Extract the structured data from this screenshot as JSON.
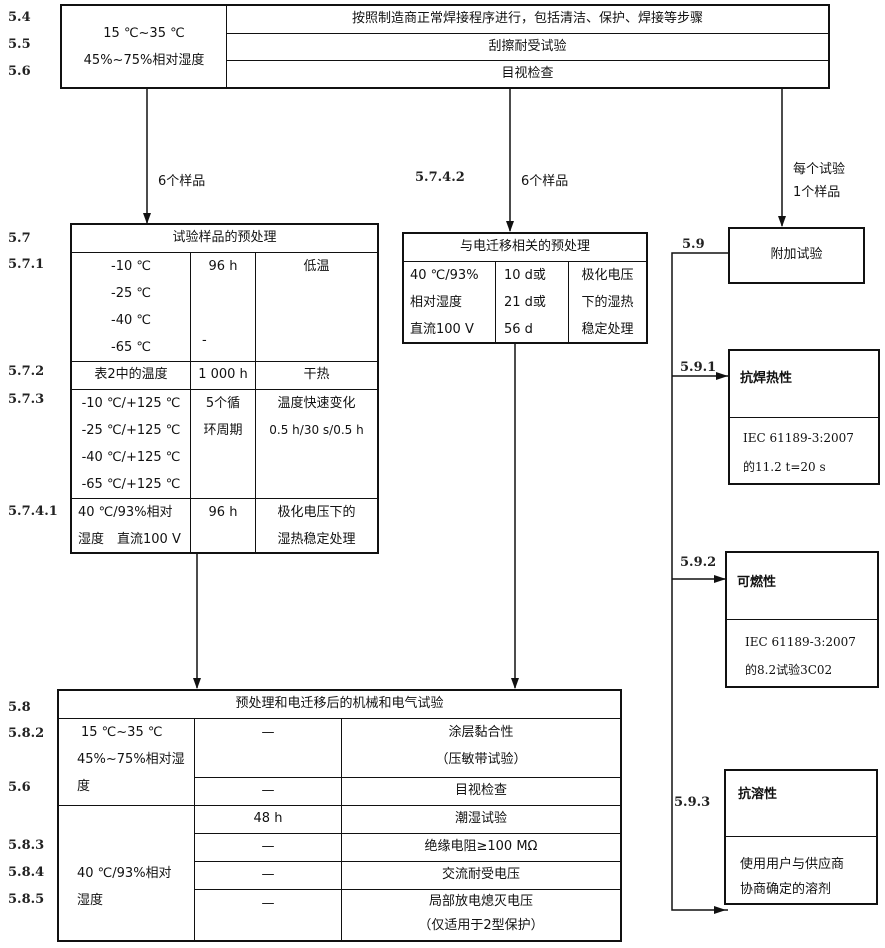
{
  "top": {
    "section_labels": [
      "5.4",
      "5.5",
      "5.6"
    ],
    "condition": [
      "15 ℃~35 ℃",
      "45%~75%相对湿度"
    ],
    "rows": [
      "按照制造商正常焊接程序进行，包括清洁、保护、焊接等步骤",
      "刮擦耐受试验",
      "目视检查"
    ]
  },
  "arrows": {
    "left_label": "6个样品",
    "middle_section": "5.7.4.2",
    "middle_label": "6个样品",
    "right_label": [
      "每个试验",
      "1个样品"
    ]
  },
  "pretreat": {
    "section_labels": {
      "title": "5.7",
      "low": "5.7.1",
      "dry": "5.7.2",
      "rapid": "5.7.3",
      "humid": "5.7.4.1"
    },
    "title": "试验样品的预处理",
    "low_temp": {
      "temps": [
        "-10 ℃",
        "-25 ℃",
        "-40 ℃",
        "-65 ℃"
      ],
      "duration": "96 h",
      "name": "低温",
      "mark": "-"
    },
    "dry_heat": {
      "temp": "表2中的温度",
      "duration": "1 000 h",
      "name": "干热"
    },
    "rapid_change": {
      "temps": [
        "-10 ℃/+125 ℃",
        "-25 ℃/+125 ℃",
        "-40 ℃/+125 ℃",
        "-65 ℃/+125 ℃"
      ],
      "duration": [
        "5个循",
        "环周期"
      ],
      "name": [
        "温度快速变化",
        "0.5 h/30 s/0.5 h"
      ]
    },
    "damp_heat": {
      "condition": [
        "40 ℃/93%相对",
        "湿度　直流100 V"
      ],
      "duration": "96 h",
      "name": [
        "极化电压下的",
        "湿热稳定处理"
      ]
    }
  },
  "electromigration": {
    "title": "与电迁移相关的预处理",
    "condition": [
      "40 ℃/93%",
      "相对湿度",
      "直流100 V"
    ],
    "duration": [
      "10 d或",
      "21 d或",
      "56 d"
    ],
    "name": [
      "极化电压",
      "下的湿热",
      "稳定处理"
    ]
  },
  "additional": {
    "section_label": "5.9",
    "title": "附加试验",
    "tests": [
      {
        "section": "5.9.1",
        "name": "抗焊热性",
        "detail": [
          "IEC 61189-3:2007",
          "的11.2 t=20 s"
        ]
      },
      {
        "section": "5.9.2",
        "name": "可燃性",
        "detail": [
          "IEC 61189-3:2007",
          "的8.2试验3C02"
        ]
      },
      {
        "section": "5.9.3",
        "name": "抗溶性",
        "detail": [
          "使用用户与供应商",
          "协商确定的溶剂"
        ]
      }
    ]
  },
  "final": {
    "section_labels": {
      "title": "5.8",
      "r1": "5.8.2",
      "r2": "5.6",
      "r4": "5.8.3",
      "r5": "5.8.4",
      "r6": "5.8.5"
    },
    "title": "预处理和电迁移后的机械和电气试验",
    "group1_condition": [
      "15 ℃~35 ℃",
      "45%~75%相对湿",
      "度"
    ],
    "group2_condition": [
      "40 ℃/93%相对",
      "湿度"
    ],
    "rows": [
      {
        "duration": "—",
        "test": [
          "涂层黏合性",
          "（压敏带试验）"
        ]
      },
      {
        "duration": "—",
        "test": [
          "目视检查"
        ]
      },
      {
        "duration": "48 h",
        "test": [
          "潮湿试验"
        ]
      },
      {
        "duration": "—",
        "test": [
          "绝缘电阻≥100 MΩ"
        ]
      },
      {
        "duration": "—",
        "test": [
          "交流耐受电压"
        ]
      },
      {
        "duration": "—",
        "test": [
          "局部放电熄灭电压",
          "（仅适用于2型保护）"
        ]
      }
    ]
  }
}
